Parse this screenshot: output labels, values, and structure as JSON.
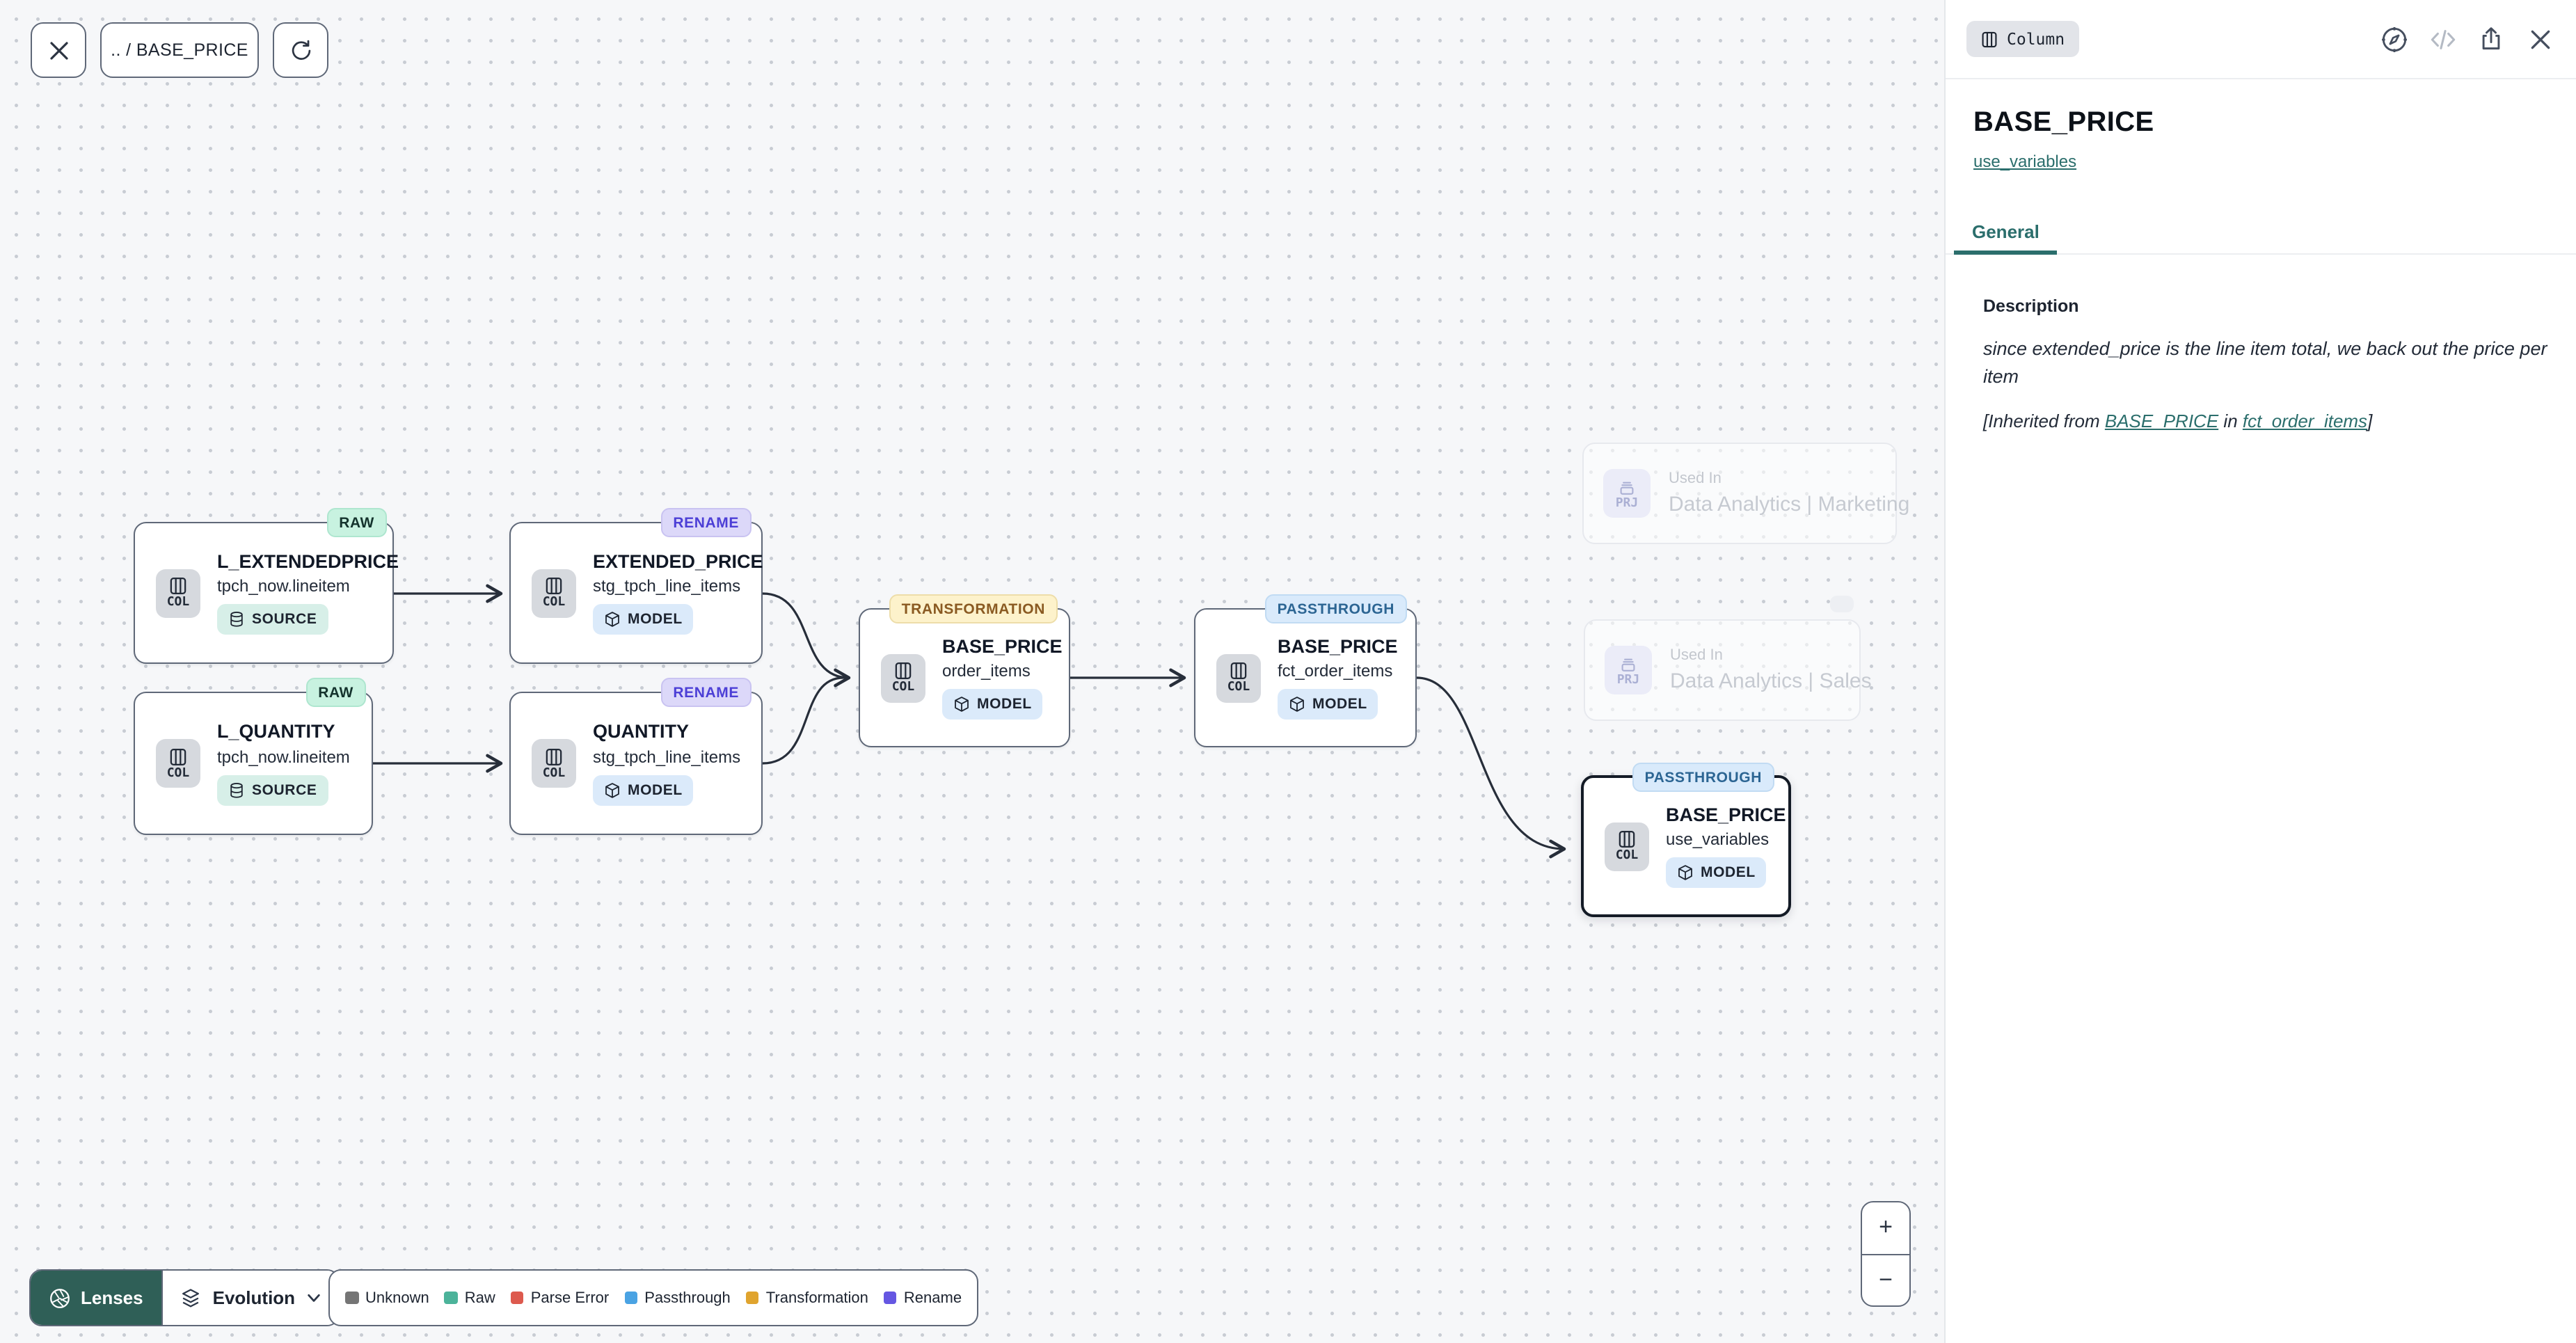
{
  "toolbar": {
    "breadcrumb": ".. / BASE_PRICE"
  },
  "nodes": [
    {
      "badge": "RAW",
      "kind": "COL",
      "title": "L_EXTENDEDPRICE",
      "subtitle": "tpch_now.lineitem",
      "chip": "SOURCE"
    },
    {
      "badge": "RAW",
      "kind": "COL",
      "title": "L_QUANTITY",
      "subtitle": "tpch_now.lineitem",
      "chip": "SOURCE"
    },
    {
      "badge": "RENAME",
      "kind": "COL",
      "title": "EXTENDED_PRICE",
      "subtitle": "stg_tpch_line_items",
      "chip": "MODEL"
    },
    {
      "badge": "RENAME",
      "kind": "COL",
      "title": "QUANTITY",
      "subtitle": "stg_tpch_line_items",
      "chip": "MODEL"
    },
    {
      "badge": "TRANSFORMATION",
      "kind": "COL",
      "title": "BASE_PRICE",
      "subtitle": "order_items",
      "chip": "MODEL"
    },
    {
      "badge": "PASSTHROUGH",
      "kind": "COL",
      "title": "BASE_PRICE",
      "subtitle": "fct_order_items",
      "chip": "MODEL"
    },
    {
      "badge": "PASSTHROUGH",
      "kind": "COL",
      "title": "BASE_PRICE",
      "subtitle": "use_variables",
      "chip": "MODEL"
    }
  ],
  "ghosts": [
    {
      "kind": "PRJ",
      "label": "Used In",
      "name": "Data Analytics | Marketing"
    },
    {
      "kind": "PRJ",
      "label": "Used In",
      "name": "Data Analytics | Sales"
    }
  ],
  "lenses": {
    "button": "Lenses",
    "mode": "Evolution"
  },
  "legend": {
    "items": [
      {
        "label": "Unknown",
        "color": "#757575"
      },
      {
        "label": "Raw",
        "color": "#4cb39a"
      },
      {
        "label": "Parse Error",
        "color": "#dd5a4e"
      },
      {
        "label": "Passthrough",
        "color": "#4aa3e3"
      },
      {
        "label": "Transformation",
        "color": "#e0a42e"
      },
      {
        "label": "Rename",
        "color": "#6557e2"
      }
    ]
  },
  "zoom_controls": {
    "zoom_in": "+",
    "zoom_out": "−"
  },
  "panel": {
    "type_badge": "Column",
    "title": "BASE_PRICE",
    "model_link": "use_variables",
    "tab": "General",
    "section_heading": "Description",
    "description": "since extended_price is the line item total, we back out the price per item",
    "inherited_prefix": "[Inherited from ",
    "inherited_link_column": "BASE_PRICE",
    "inherited_middle": " in ",
    "inherited_link_model": "fct_order_items",
    "inherited_suffix": "]"
  },
  "colors": {
    "accent_teal": "#2b6e6c",
    "lenses_bg": "#2f5f57",
    "edge": "#272e3a"
  }
}
